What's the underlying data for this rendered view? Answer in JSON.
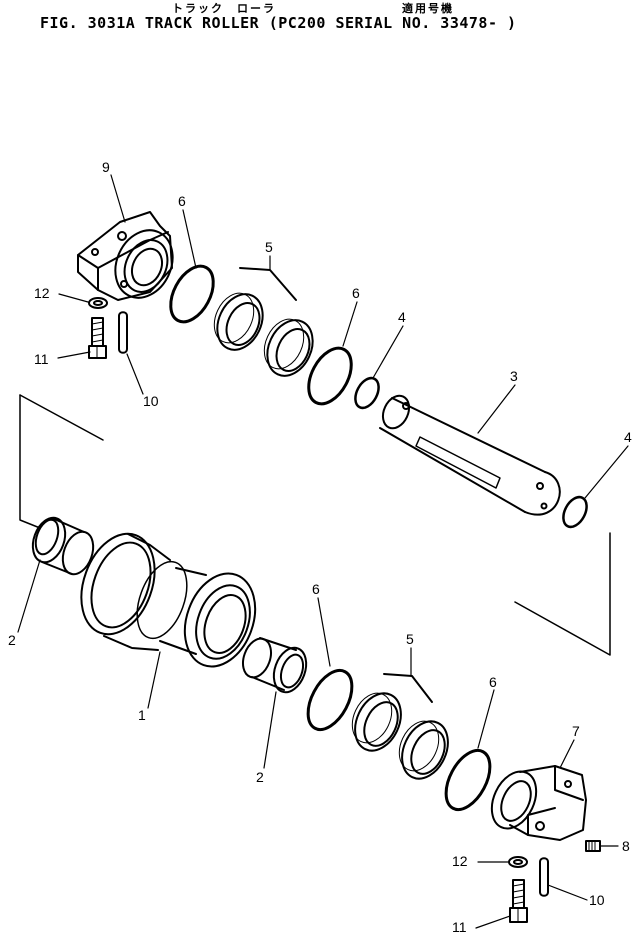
{
  "header": {
    "jp_title": "トラック　ローラ",
    "jp_applicable": "適用号機",
    "title": "FIG. 3031A  TRACK ROLLER (PC200 SERIAL NO. 33478- )"
  },
  "callouts": [
    {
      "id": "c-9a",
      "text": "9"
    },
    {
      "id": "c-6a",
      "text": "6"
    },
    {
      "id": "c-5a",
      "text": "5"
    },
    {
      "id": "c-6b",
      "text": "6"
    },
    {
      "id": "c-4a",
      "text": "4"
    },
    {
      "id": "c-3",
      "text": "3"
    },
    {
      "id": "c-4b",
      "text": "4"
    },
    {
      "id": "c-12a",
      "text": "12"
    },
    {
      "id": "c-11a",
      "text": "11"
    },
    {
      "id": "c-10a",
      "text": "10"
    },
    {
      "id": "c-2a",
      "text": "2"
    },
    {
      "id": "c-1",
      "text": "1"
    },
    {
      "id": "c-6c",
      "text": "6"
    },
    {
      "id": "c-5b",
      "text": "5"
    },
    {
      "id": "c-2b",
      "text": "2"
    },
    {
      "id": "c-6d",
      "text": "6"
    },
    {
      "id": "c-7",
      "text": "7"
    },
    {
      "id": "c-8",
      "text": "8"
    },
    {
      "id": "c-12b",
      "text": "12"
    },
    {
      "id": "c-10b",
      "text": "10"
    },
    {
      "id": "c-11b",
      "text": "11"
    }
  ]
}
